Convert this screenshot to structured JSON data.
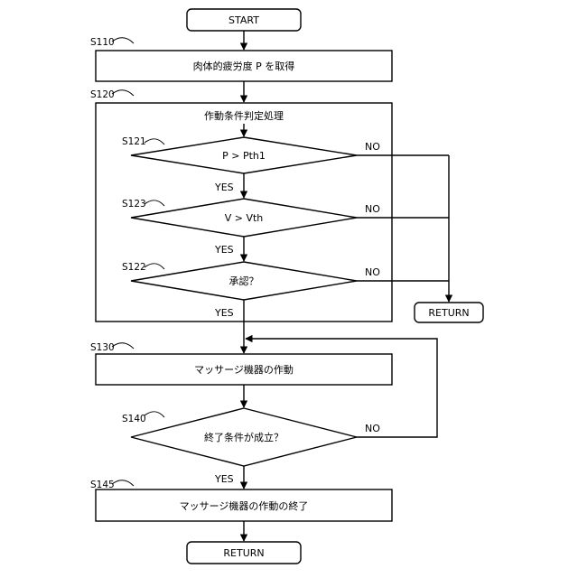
{
  "terminals": {
    "start": "START",
    "return_side": "RETURN",
    "return_end": "RETURN"
  },
  "steps": {
    "s110": {
      "id": "S110",
      "text": "肉体的疲労度 P を取得"
    },
    "s120": {
      "id": "S120",
      "title": "作動条件判定処理"
    },
    "s121": {
      "id": "S121",
      "text": "P > Pth1"
    },
    "s123": {
      "id": "S123",
      "text": "V > Vth"
    },
    "s122": {
      "id": "S122",
      "text": "承認？"
    },
    "s130": {
      "id": "S130",
      "text": "マッサージ機器の作動"
    },
    "s140": {
      "id": "S140",
      "text": "終了条件が成立？"
    },
    "s145": {
      "id": "S145",
      "text": "マッサージ機器の作動の終了"
    }
  },
  "branches": {
    "yes": "YES",
    "no": "NO"
  }
}
